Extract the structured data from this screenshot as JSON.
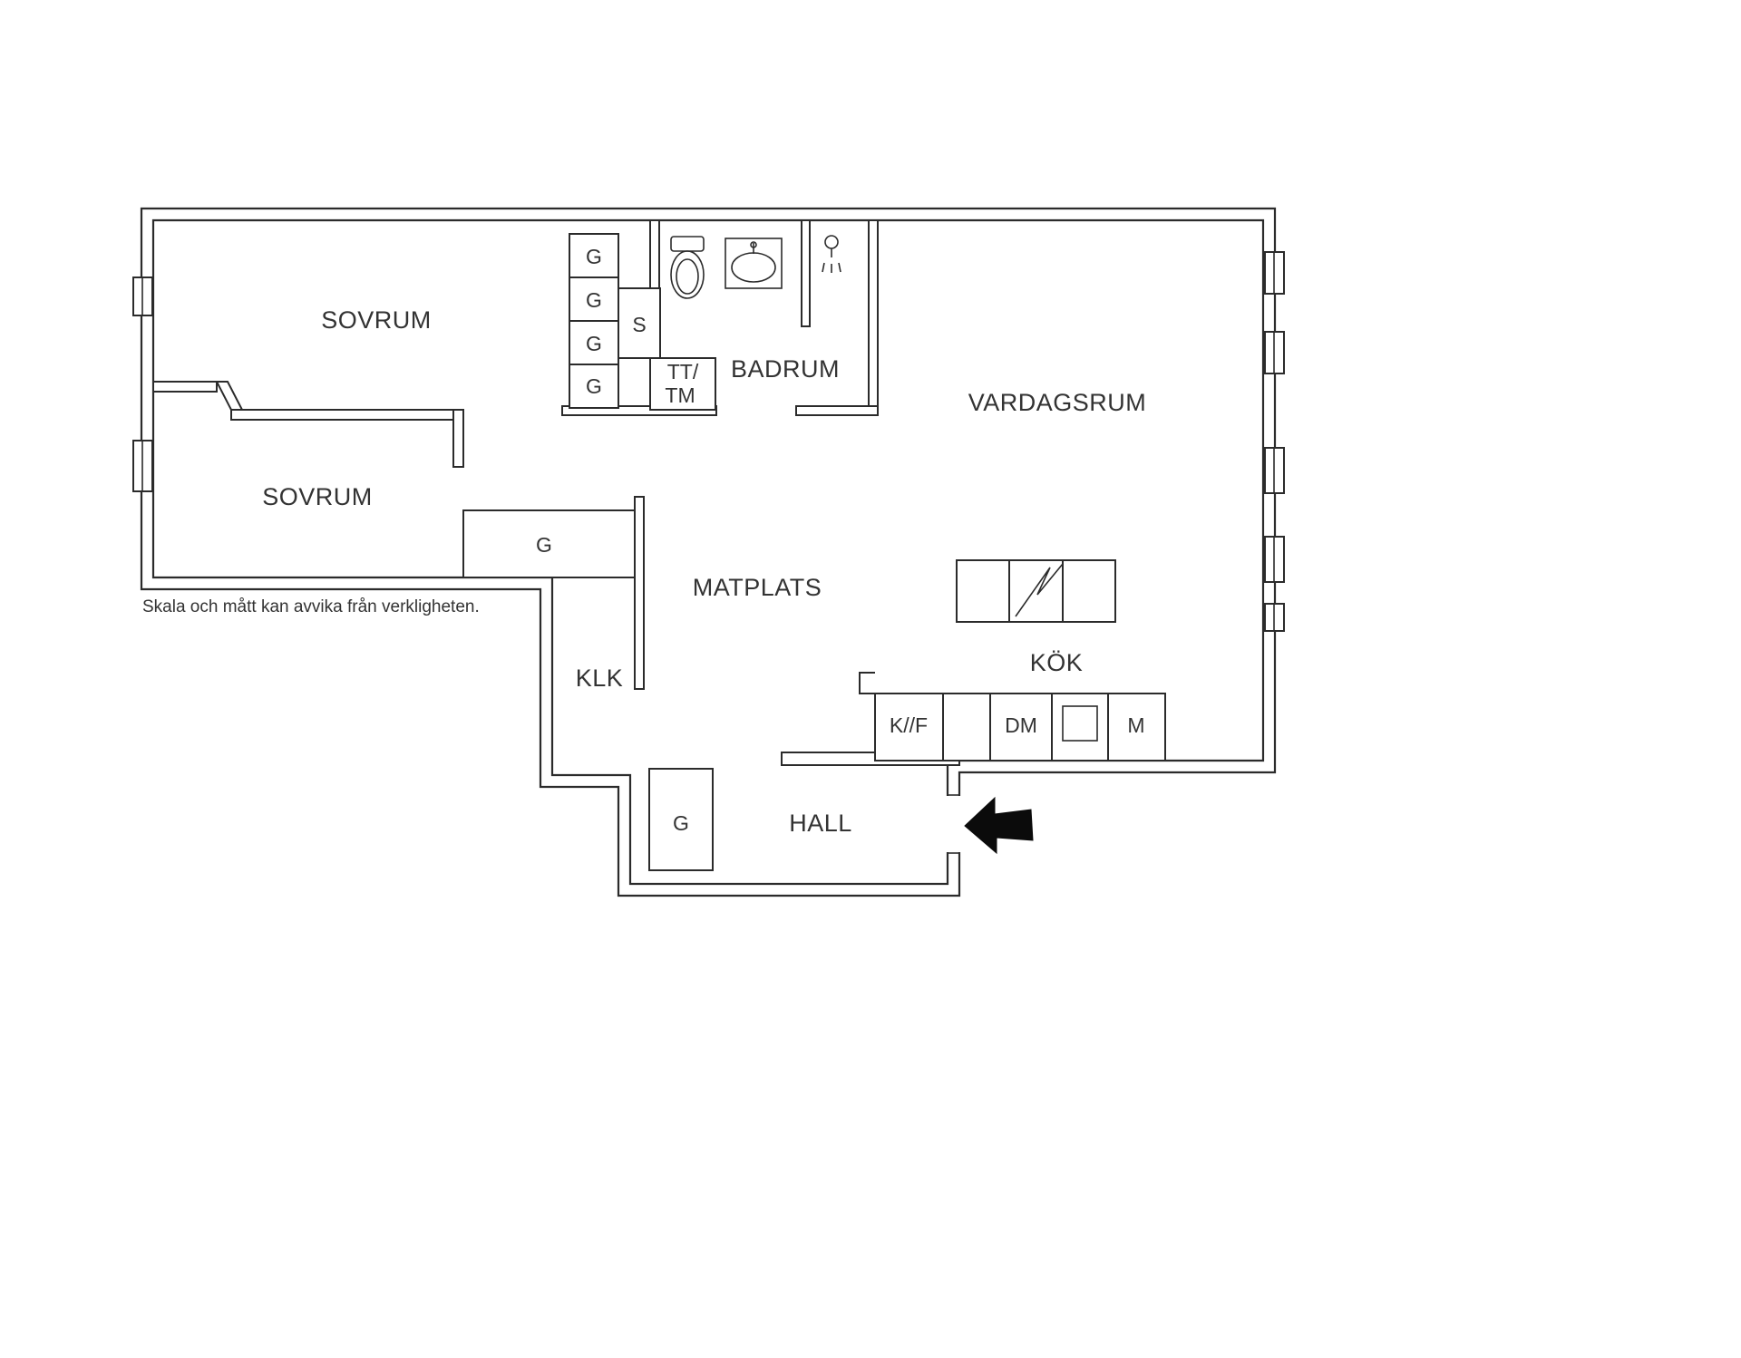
{
  "meta": {
    "background": "#ffffff",
    "line_color": "#2b2b2b",
    "text_color": "#333333",
    "arrow_color": "#0b0b0b"
  },
  "disclaimer": "Skala och mått kan avvika från verkligheten.",
  "rooms": {
    "sovrum_top": {
      "label": "SOVRUM"
    },
    "sovrum_bottom": {
      "label": "SOVRUM"
    },
    "badrum": {
      "label": "BADRUM"
    },
    "vardagsrum": {
      "label": "VARDAGSRUM"
    },
    "matplats": {
      "label": "MATPLATS"
    },
    "klk": {
      "label": "KLK"
    },
    "kok": {
      "label": "KÖK"
    },
    "hall": {
      "label": "HALL"
    }
  },
  "storage": {
    "wardrobe_1": "G",
    "wardrobe_2": "G",
    "wardrobe_3": "G",
    "wardrobe_4": "G",
    "closet_s": "S",
    "laundry_line1": "TT/",
    "laundry_line2": "TM",
    "wardrobe_mid": "G",
    "wardrobe_hall": "G"
  },
  "appliances": {
    "fridge_freezer": "K//F",
    "dishwasher": "DM",
    "microwave": "M"
  },
  "icons": {
    "toilet": "toilet-icon",
    "sink": "sink-icon",
    "shower": "shower-icon",
    "stove": "stove-icon",
    "entrance": "entrance-arrow-icon"
  }
}
